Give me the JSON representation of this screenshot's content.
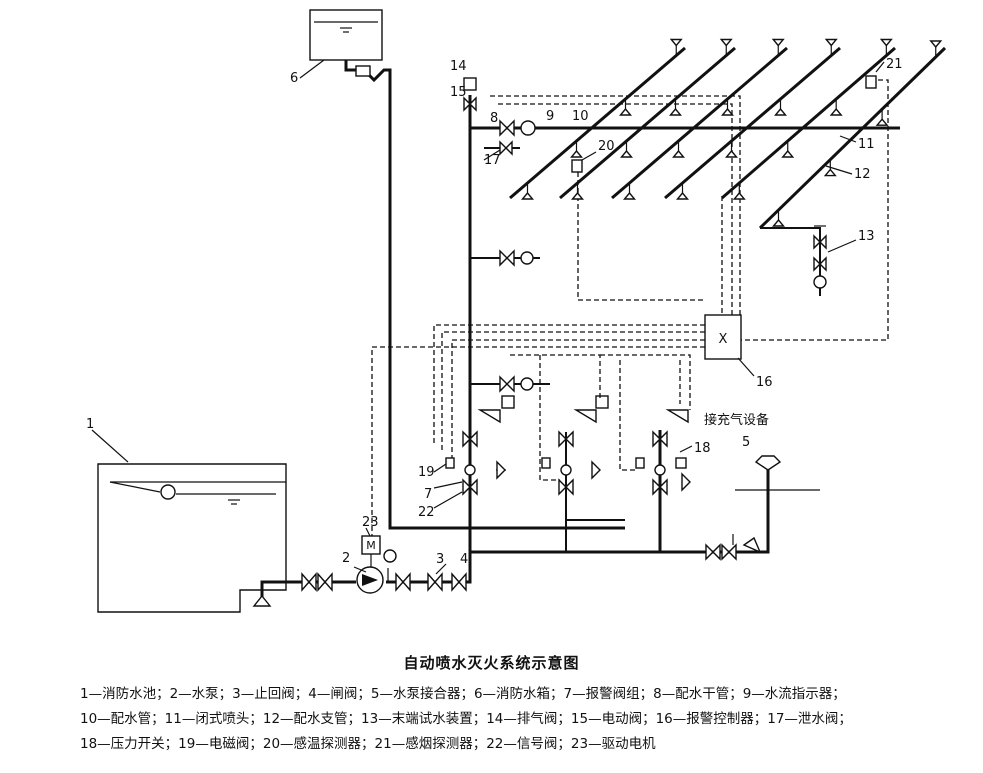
{
  "diagram": {
    "title": "自动喷水灭火系统示意图",
    "numbers": [
      "1",
      "2",
      "3",
      "4",
      "5",
      "6",
      "7",
      "8",
      "9",
      "10",
      "11",
      "12",
      "13",
      "14",
      "15",
      "16",
      "17",
      "18",
      "19",
      "20",
      "21",
      "22",
      "23"
    ],
    "labels": {
      "air_supply": "接充气设备",
      "motor": "M",
      "controller": "X"
    }
  },
  "legend": {
    "lines": [
      "1—消防水池；2—水泵；3—止回阀；4—闸阀；5—水泵接合器；6—消防水箱；7—报警阀组；8—配水干管；9—水流指示器；",
      "10—配水管；11—闭式喷头；12—配水支管；13—末端试水装置；14—排气阀；15—电动阀；16—报警控制器；17—泄水阀；",
      "18—压力开关；19—电磁阀；20—感温探测器；21—感烟探测器；22—信号阀；23—驱动电机"
    ]
  }
}
